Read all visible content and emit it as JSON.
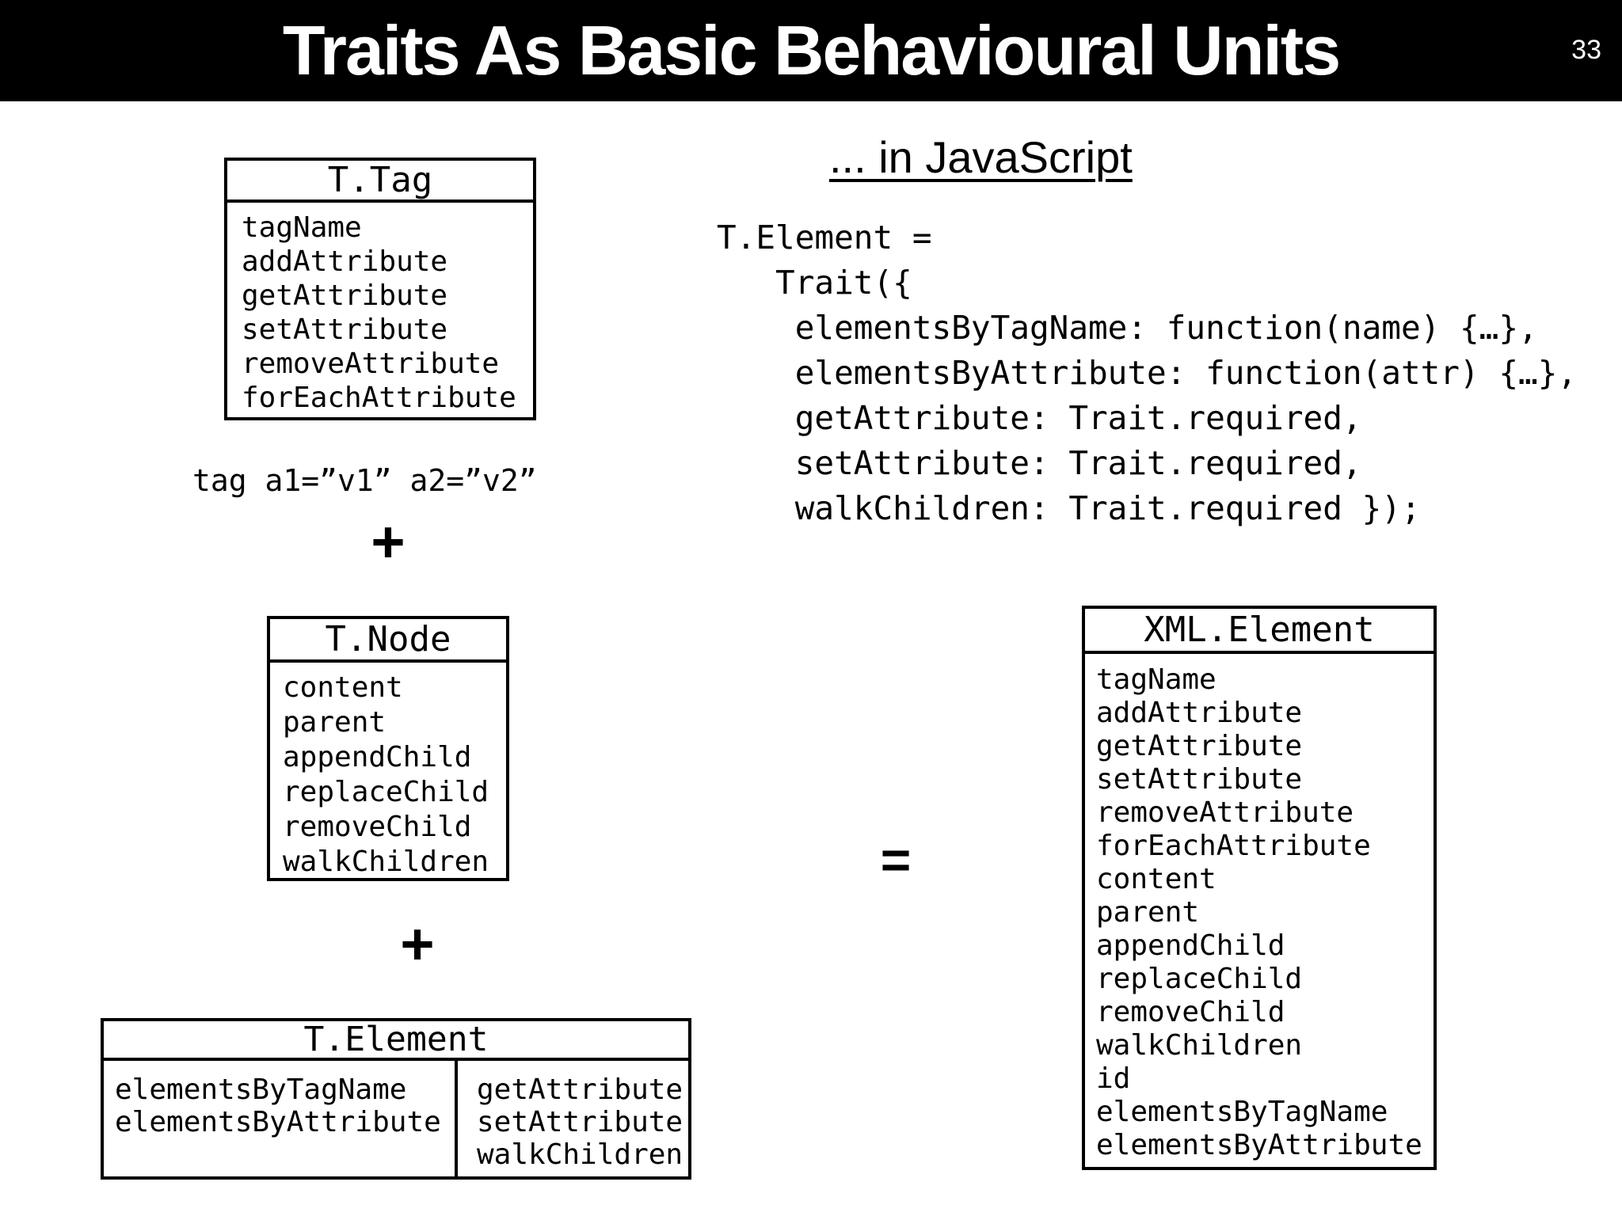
{
  "header": {
    "title": "Traits As Basic Behavioural Units",
    "slide_number": "33"
  },
  "colors": {
    "bar_background": "#000000",
    "bar_text": "#ffffff",
    "body_text": "#000000",
    "background": "#ffffff"
  },
  "diagram": {
    "t_tag": {
      "title": "T.Tag",
      "members": [
        "tagName",
        "addAttribute",
        "getAttribute",
        "setAttribute",
        "removeAttribute",
        "forEachAttribute"
      ]
    },
    "tag_example": "tag a1=”v1” a2=”v2”",
    "plus_1": "+",
    "t_node": {
      "title": "T.Node",
      "members": [
        "content",
        "parent",
        "appendChild",
        "replaceChild",
        "removeChild",
        "walkChildren"
      ]
    },
    "plus_2": "+",
    "t_element": {
      "title": "T.Element",
      "left_members": [
        "elementsByTagName",
        "elementsByAttribute"
      ],
      "right_members": [
        "getAttribute",
        "setAttribute",
        "walkChildren"
      ]
    },
    "equals": "=",
    "xml_element": {
      "title": "XML.Element",
      "members": [
        "tagName",
        "addAttribute",
        "getAttribute",
        "setAttribute",
        "removeAttribute",
        "forEachAttribute",
        "content",
        "parent",
        "appendChild",
        "replaceChild",
        "removeChild",
        "walkChildren",
        "id",
        "elementsByTagName",
        "elementsByAttribute"
      ]
    }
  },
  "javascript_section": {
    "heading": "... in JavaScript",
    "code_lines": [
      "T.Element =",
      "   Trait({",
      "    elementsByTagName: function(name) {…},",
      "    elementsByAttribute: function(attr) {…},",
      "    getAttribute: Trait.required,",
      "    setAttribute: Trait.required,",
      "    walkChildren: Trait.required });"
    ]
  }
}
